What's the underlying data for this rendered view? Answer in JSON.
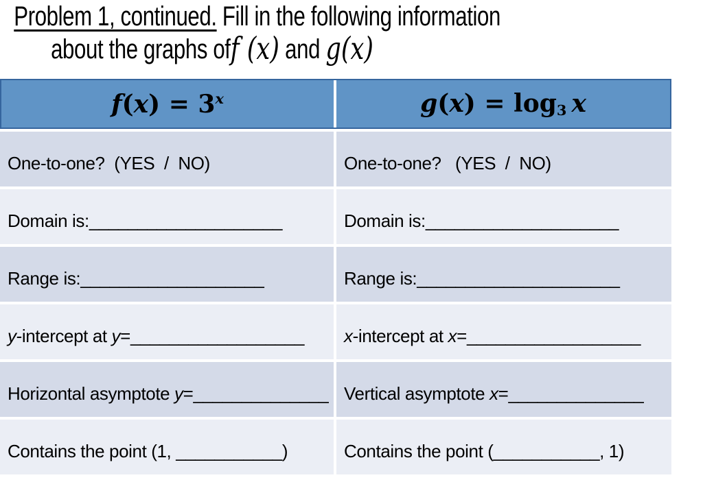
{
  "title": {
    "line1_underlined": "Problem 1, continued.",
    "line1_rest": " Fill in the following information",
    "line2_text": "about the graphs of",
    "line2_f": "f (x)",
    "line2_and": " and ",
    "line2_g": "g(x)"
  },
  "table": {
    "header": {
      "f": {
        "fname": "f",
        "p1": "(",
        "var1": "x",
        "p2": ") = 3",
        "sup": "x"
      },
      "g": {
        "fname": "g",
        "p1": "(",
        "var1": "x",
        "p2": ") = log",
        "sub": "3",
        "var2": "x"
      }
    },
    "rows": [
      {
        "name": "one-to-one",
        "left": {
          "a": "One-to-one?  (YES  /  NO)"
        },
        "right": {
          "a": "One-to-one?   (YES  /  NO)"
        }
      },
      {
        "name": "domain",
        "left": {
          "a": "Domain is:",
          "blank": "____________________"
        },
        "right": {
          "a": "Domain is:",
          "blank": "____________________"
        }
      },
      {
        "name": "range",
        "left": {
          "a": "Range is:",
          "blank": "___________________"
        },
        "right": {
          "a": "Range is:",
          "blank": "_____________________"
        }
      },
      {
        "name": "intercept",
        "left": {
          "it1": "y",
          "a": "-intercept at ",
          "it2": "y",
          "eq": "=",
          "blank": "__________________"
        },
        "right": {
          "it1": "x",
          "a": "-intercept at ",
          "it2": "x",
          "eq": "=",
          "blank": "__________________"
        }
      },
      {
        "name": "asymptote",
        "left": {
          "a": "Horizontal asymptote ",
          "it2": "y",
          "eq": "=",
          "blank": "______________"
        },
        "right": {
          "a": "Vertical asymptote ",
          "it2": "x",
          "eq": "=",
          "blank": "______________"
        }
      },
      {
        "name": "contains-point",
        "left": {
          "a": "Contains the point (1, ",
          "blank": "___________",
          "close": ")"
        },
        "right": {
          "a": "Contains the point (",
          "blank": "___________",
          "close": ", 1)"
        }
      }
    ]
  },
  "colors": {
    "header_fill": "#6094C6",
    "header_border": "#35659E",
    "band_dark": "#D4DAE8",
    "band_light": "#EBEEF5",
    "text": "#000000",
    "background": "#FFFFFF"
  }
}
